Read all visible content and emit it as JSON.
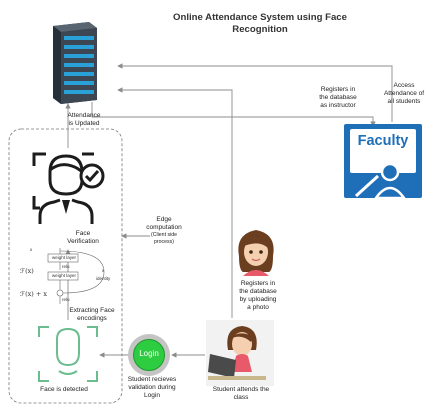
{
  "title_line1": "Online Attendance System using Face",
  "title_line2": "Recognition",
  "labels": {
    "attendance_updated": [
      "Attendance",
      "is Updated"
    ],
    "registers_instructor": [
      "Registers in",
      "the database",
      "as instructor"
    ],
    "access_attendance": [
      "Access",
      "Attendance of",
      "all students"
    ],
    "faculty": "Faculty",
    "face_verification": [
      "Face",
      "Verification"
    ],
    "edge_computation": [
      "Edge",
      "computation"
    ],
    "client_side": [
      "(Client side",
      "process)"
    ],
    "registers_photo": [
      "Registers in",
      "the database",
      "by uploading",
      "a photo"
    ],
    "extracting": [
      "Extracting Face",
      "encodings"
    ],
    "face_detected": "Face is detected",
    "login": "Login",
    "student_validation": [
      "Student recieves",
      "validation during",
      "Login"
    ],
    "student_attends": [
      "Student attends the",
      "class"
    ]
  },
  "resnet": {
    "x_in": "x",
    "weight_layer_1": "weight layer",
    "relu_1": "relu",
    "weight_layer_2": "weight layer",
    "relu_2": "relu",
    "fx": "ℱ(x)",
    "fx_plus_x": "ℱ(x) + x",
    "identity_x": "x",
    "identity": "identity"
  },
  "colors": {
    "arrow": "#8c8c8c",
    "faculty_blue": "#1e6fb8",
    "login_green": "#2ecc40",
    "server_dark": "#3d4753",
    "server_blue": "#2aa0d8",
    "face_green": "#3aa86b"
  },
  "icons": [
    "server-icon",
    "faculty-icon",
    "face-verification-icon",
    "student-upload-icon",
    "face-detected-icon",
    "login-icon",
    "student-laptop-icon"
  ]
}
